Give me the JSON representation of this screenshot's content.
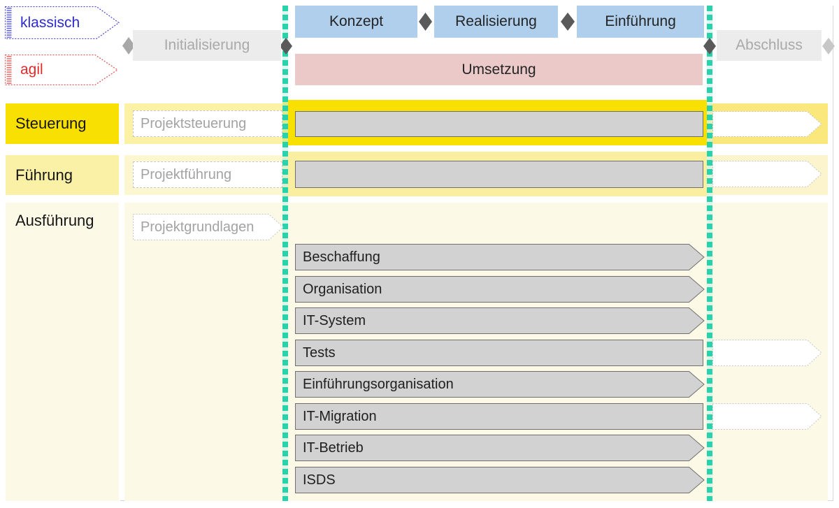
{
  "legend": {
    "klassisch": "klassisch",
    "agil": "agil"
  },
  "phases": {
    "initialisierung": "Initialisierung",
    "konzept": "Konzept",
    "realisierung": "Realisierung",
    "einfuehrung": "Einführung",
    "abschluss": "Abschluss",
    "umsetzung": "Umsetzung"
  },
  "levels": {
    "steuerung": "Steuerung",
    "fuehrung": "Führung",
    "ausfuehrung": "Ausführung"
  },
  "modules": {
    "projektsteuerung": "Projektsteuerung",
    "projektfuehrung": "Projektführung",
    "projektgrundlagen": "Projektgrundlagen",
    "bars": [
      "Beschaffung",
      "Organisation",
      "IT-System",
      "Tests",
      "Einführungsorganisation",
      "IT-Migration",
      "IT-Betrieb",
      "ISDS"
    ]
  },
  "colors": {
    "phase_blue": "#afcfec",
    "phase_ghost_gray": "#ececec",
    "umsetzung_pink": "#ebc9c9",
    "steuerung_gold": "#f8e003",
    "steuerung_left_tint": "#fcf1a4",
    "steuerung_right_tint": "#fae87d",
    "fuehrung_yellow": "#faf1a6",
    "fuehrung_left_tint": "#fcf6d1",
    "fuehrung_mid": "#faeea1",
    "fuehrung_right_tint": "#fbf4cc",
    "ausfuehrung_pale": "#fcfae6",
    "milestone_dark": "#5a5a5a",
    "milestone_medium": "#a8a8a8",
    "milestone_light": "#c7c7c7",
    "teal_line": "#28d3ac",
    "bar_gray": "#d2d2d2",
    "klassisch_blue": "#2b2bd0",
    "agil_red": "#e02b2b"
  }
}
